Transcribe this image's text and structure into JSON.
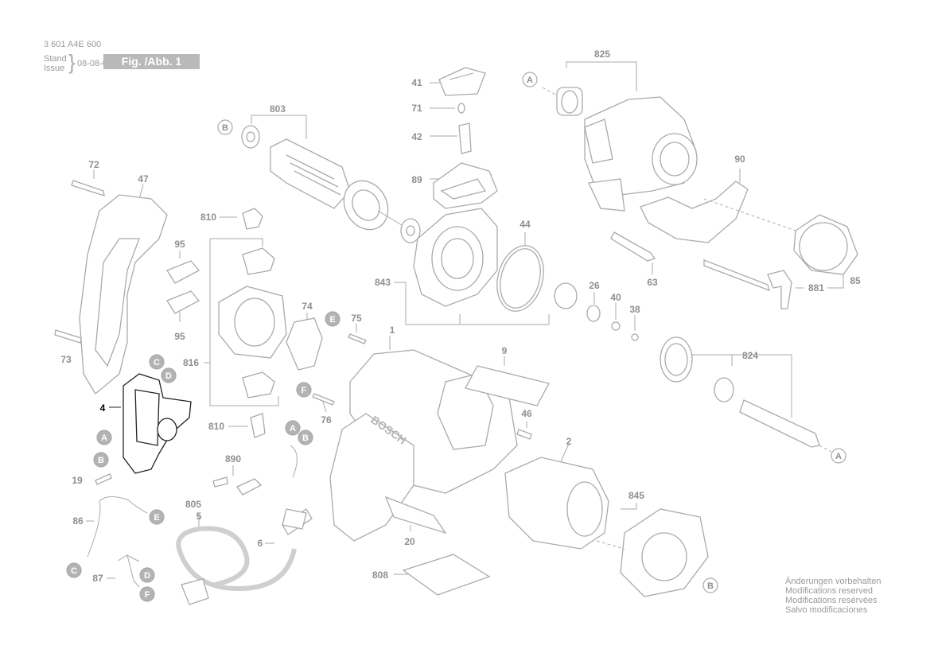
{
  "header": {
    "part_number": "3 601 A4E 600",
    "stand_label": "Stand",
    "issue_label": "Issue",
    "date": "08-08-06",
    "figure_label": "Fig. /Abb. 1"
  },
  "footer": {
    "lines": [
      "Änderungen vorbehalten",
      "Modifications reserved",
      "Modifications resérvées",
      "Salvo modificaciones"
    ]
  },
  "brand_on_housing": "BOSCH",
  "part_labels": [
    "825",
    "803",
    "41",
    "71",
    "42",
    "89",
    "90",
    "72",
    "47",
    "810",
    "95",
    "95",
    "73",
    "44",
    "843",
    "26",
    "40",
    "38",
    "63",
    "881",
    "85",
    "816",
    "74",
    "75",
    "1",
    "9",
    "824",
    "4",
    "19",
    "46",
    "2",
    "810",
    "890",
    "805",
    "5",
    "6",
    "86",
    "87",
    "20",
    "808",
    "845",
    "76"
  ],
  "reference_markers": [
    "A",
    "B",
    "A",
    "B",
    "C",
    "D",
    "A",
    "B",
    "E",
    "F",
    "A",
    "B",
    "E",
    "C",
    "D",
    "F",
    "A",
    "B"
  ],
  "highlighted_part": "4"
}
